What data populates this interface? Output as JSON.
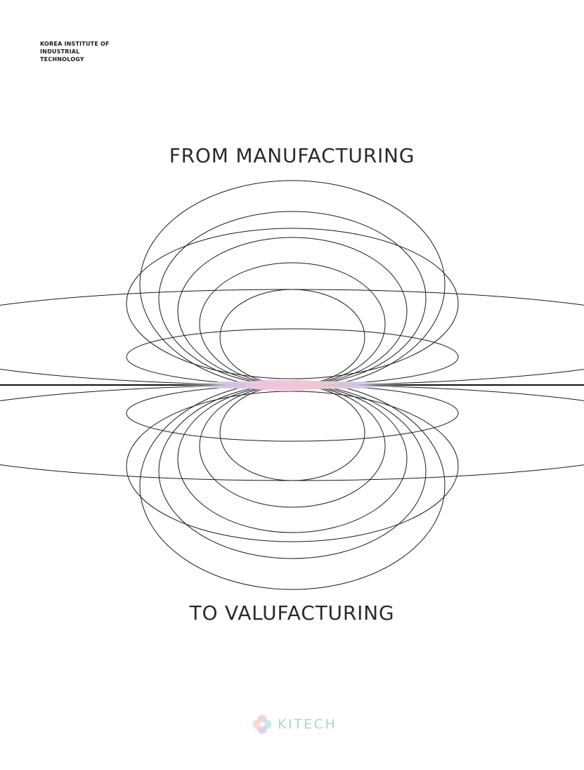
{
  "organization": {
    "line1": "KOREA INSTITUTE OF",
    "line2": "INDUSTRIAL",
    "line3": "TECHNOLOGY"
  },
  "headline": {
    "top": "FROM MANUFACTURING",
    "bottom": "TO VALUFACTURING"
  },
  "logo": {
    "text": "KITECH",
    "icon": "kitech-logo-icon"
  },
  "colors": {
    "text": "#2a2a2a",
    "line": "#1a1a1a",
    "logo_text": "#a6d8d6",
    "glow_pink": "#f0c6dd",
    "glow_purple": "#d6c6f0",
    "glow_peach": "#f3d3bf"
  }
}
